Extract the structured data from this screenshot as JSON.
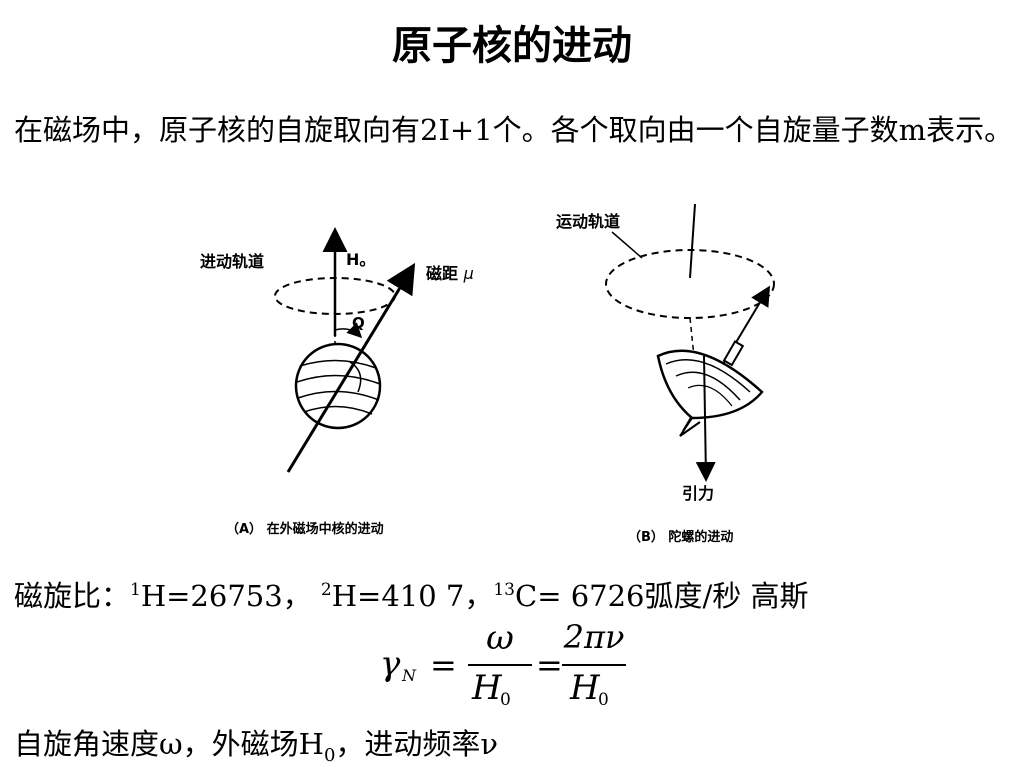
{
  "slide": {
    "title": "原子核的进动",
    "intro": "在磁场中，原子核的自旋取向有2I+1个。各个取向由一个自旋量子数m表示。"
  },
  "figure_a": {
    "orbit_label": "进动轨道",
    "field_label": "H。",
    "moment_label": "磁距",
    "moment_symbol": "μ",
    "angle_label": "Q",
    "caption": "（A）  在外磁场中核的进动"
  },
  "figure_b": {
    "orbit_label": "运动轨道",
    "gravity_label": "引力",
    "caption": "（B）  陀螺的进动"
  },
  "gyro": {
    "prefix": "磁旋比：",
    "h1_mass": "1",
    "h1_text": "H=26753，",
    "h2_mass": "2",
    "h2_text": "H=410 7，",
    "c13_mass": "13",
    "c13_text": "C= 6726弧度/秒 高斯"
  },
  "formula": {
    "lhs": "γ",
    "lhs_sub": "N",
    "eq1": "=",
    "num1": "ω",
    "den1": "H",
    "den1_sub": "0",
    "eq2": "=",
    "num2": "2πν",
    "den2": "H",
    "den2_sub": "0"
  },
  "definitions": {
    "part1": "自旋角速度ω，外磁场H",
    "h_sub": "0",
    "part2": "，进动频率ν"
  }
}
